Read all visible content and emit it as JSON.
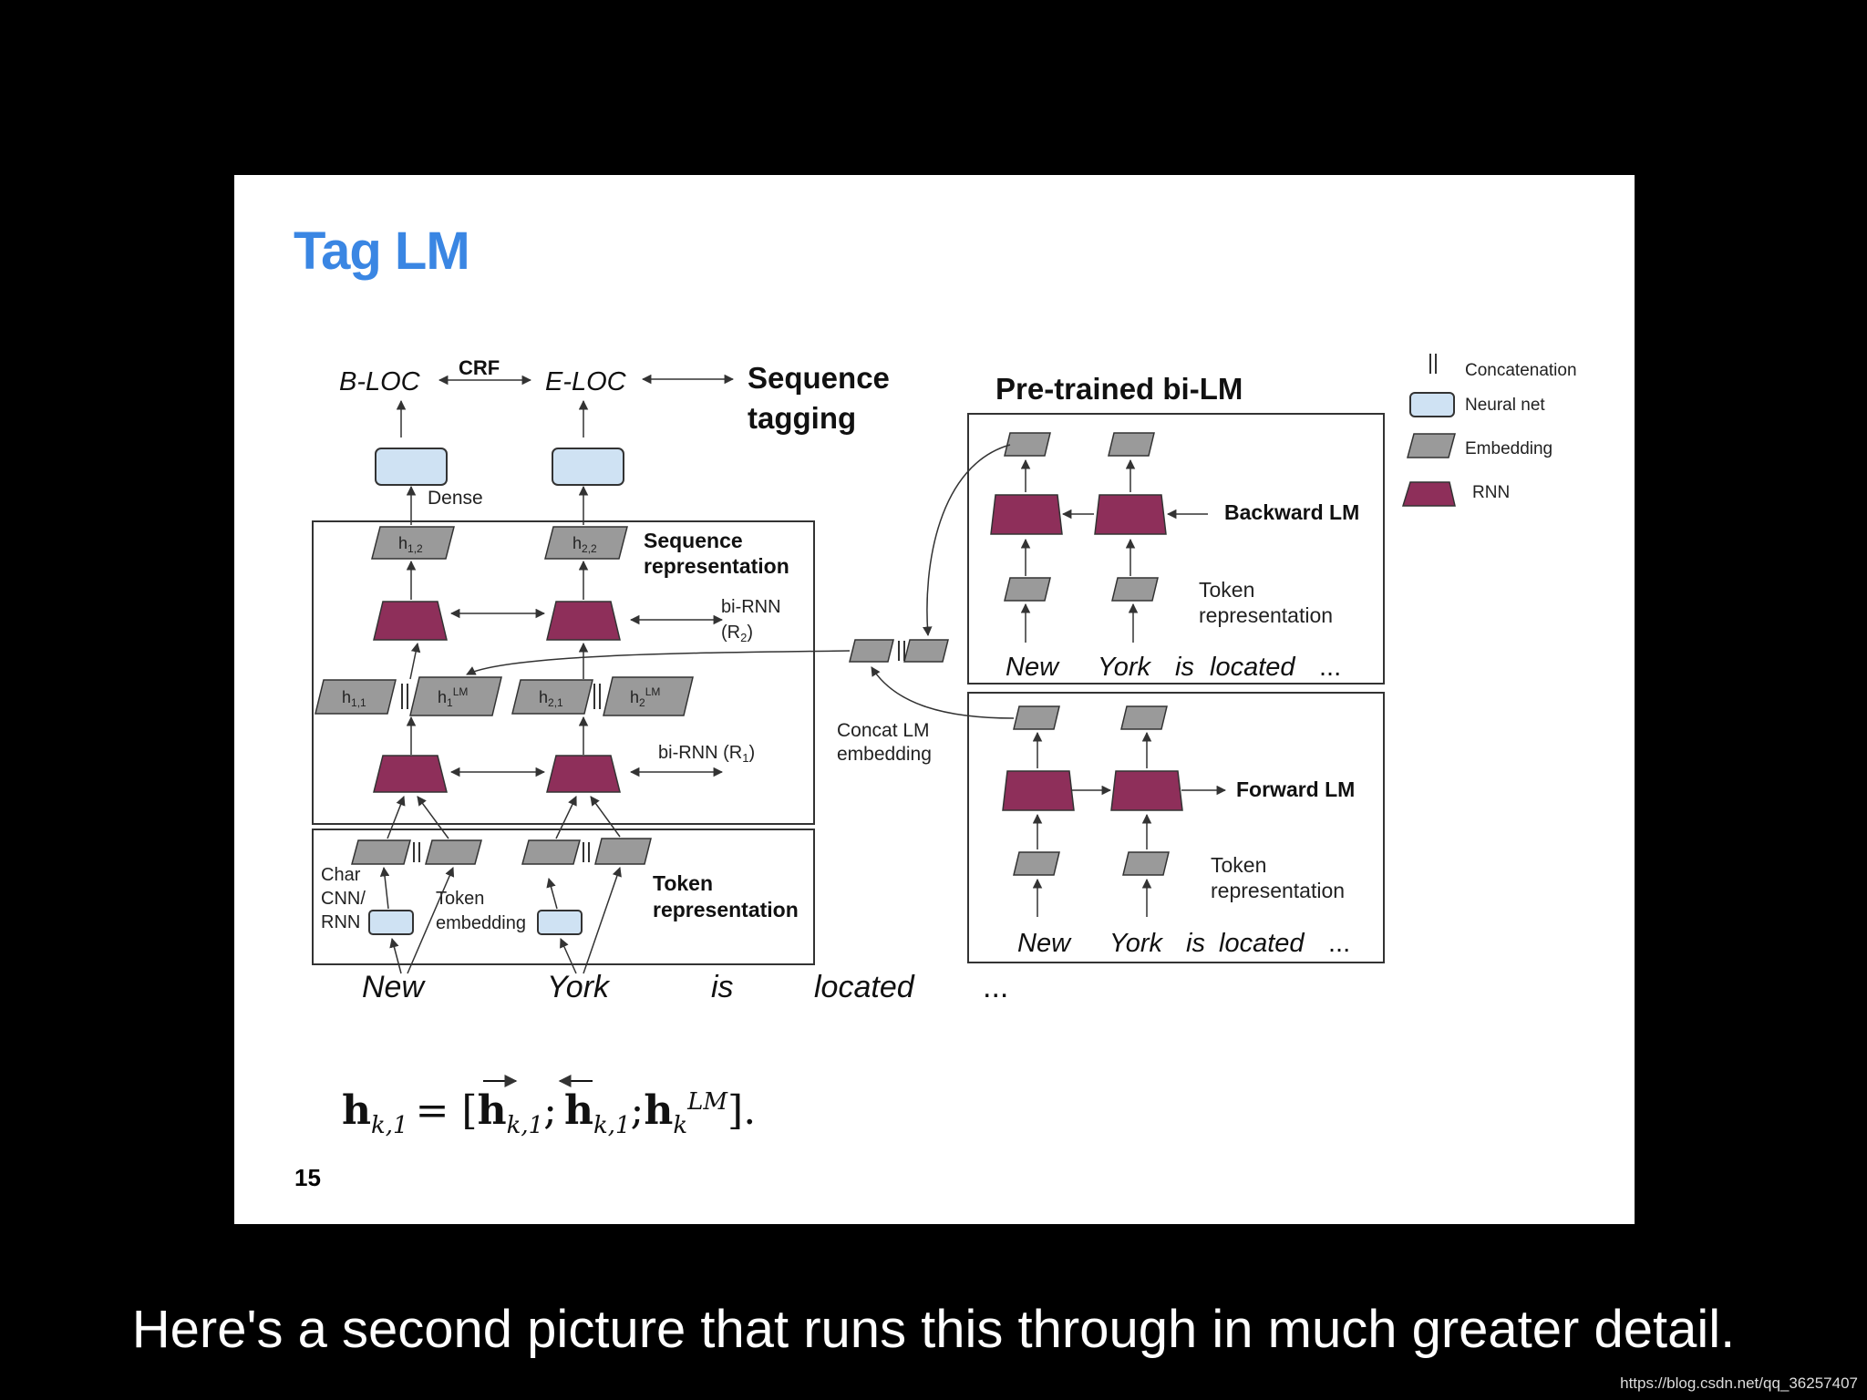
{
  "slide": {
    "title": "Tag LM",
    "page_number": "15"
  },
  "caption": "Here's a second picture that runs this through in much greater detail.",
  "watermark": "https://blog.csdn.net/qq_36257407",
  "legend": {
    "concatenation": "Concatenation",
    "neural_net": "Neural net",
    "embedding": "Embedding",
    "rnn": "RNN"
  },
  "tagger": {
    "tag1": "B-LOC",
    "tag2": "E-LOC",
    "crf": "CRF",
    "sequence_tagging_1": "Sequence",
    "sequence_tagging_2": "tagging",
    "dense": "Dense",
    "seq_rep_1": "Sequence",
    "seq_rep_2": "representation",
    "birnn2_line1": "bi-RNN",
    "birnn2_line2": "(R",
    "birnn2_sub": "2",
    "birnn2_close": ")",
    "birnn1": "bi-RNN (R",
    "birnn1_sub": "1",
    "birnn1_close": ")",
    "char_1": "Char",
    "char_2": "CNN/",
    "char_3": "RNN",
    "token_emb_1": "Token",
    "token_emb_2": "embedding",
    "token_rep_1": "Token",
    "token_rep_2": "representation",
    "concat_1": "Concat LM",
    "concat_2": "embedding",
    "words": [
      "New",
      "York",
      "is",
      "located",
      "..."
    ]
  },
  "hidden_labels": {
    "h12": "h",
    "h12_sub": "1,2",
    "h22": "h",
    "h22_sub": "2,2",
    "h11": "h",
    "h11_sub": "1,1",
    "h1lm": "h",
    "h1lm_sub": "1",
    "h1lm_sup": "LM",
    "h21": "h",
    "h21_sub": "2,1",
    "h2lm": "h",
    "h2lm_sub": "2",
    "h2lm_sup": "LM"
  },
  "bilm": {
    "title": "Pre-trained bi-LM",
    "backward": "Backward LM",
    "forward": "Forward LM",
    "token_rep_1": "Token",
    "token_rep_2": "representation",
    "words_top": [
      "New",
      "York",
      "is",
      "located",
      "..."
    ],
    "words_bottom": [
      "New",
      "York",
      "is",
      "located",
      "..."
    ]
  },
  "formula": {
    "lhs_h": "h",
    "lhs_sub": "k,1",
    "eq": "= [",
    "h_fwd": "h",
    "sub1": "k,1",
    "semi1": ";",
    "h_bwd": "h",
    "sub2": "k,1",
    "semi2": ";",
    "h_lm": "h",
    "sub3": "k",
    "sup3": "LM",
    "close": "]."
  },
  "colors": {
    "title": "#3a86e3",
    "rnn": "#8e2f5a",
    "neural_net": "#cfe2f3",
    "embedding": "#9a9a9a"
  }
}
